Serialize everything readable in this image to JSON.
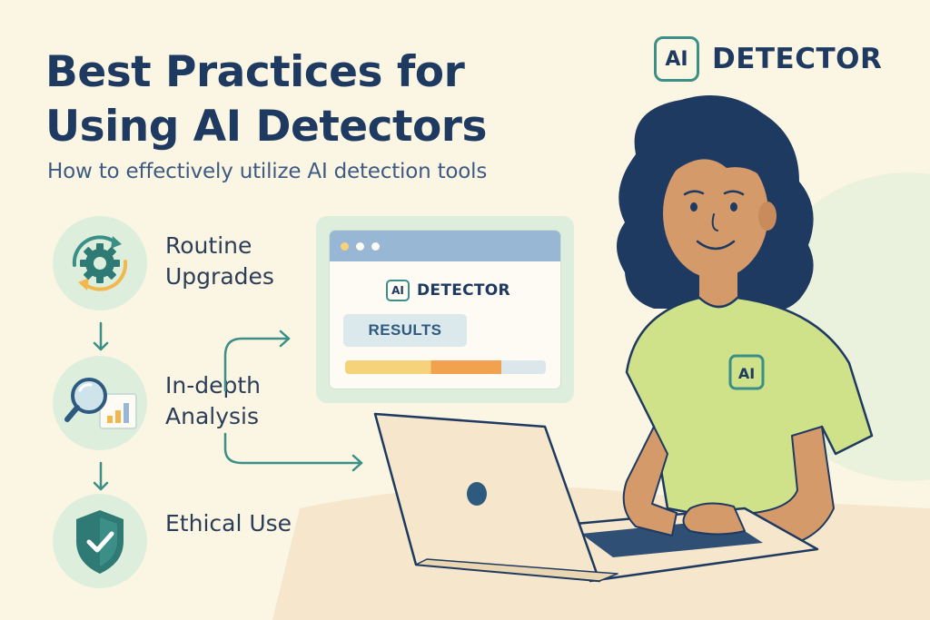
{
  "header": {
    "title_line1": "Best Practices for",
    "title_line2": "Using AI Detectors",
    "subtitle": "How to effectively utilize AI detection tools"
  },
  "brand": {
    "badge": "AI",
    "name": "DETECTOR"
  },
  "steps": [
    {
      "line1": "Routine",
      "line2": "Upgrades",
      "icon": "gear-refresh-icon"
    },
    {
      "line1": "In-depth",
      "line2": "Analysis",
      "icon": "magnifier-chart-icon"
    },
    {
      "line1": "Ethical Use",
      "line2": "",
      "icon": "shield-check-icon"
    }
  ],
  "browser_window": {
    "badge": "AI",
    "name": "DETECTOR",
    "results_label": "RESULTS",
    "progress_fraction": 0.78
  },
  "person": {
    "shirt_badge": "AI"
  },
  "colors": {
    "background": "#fbf6e4",
    "title": "#1f3a60",
    "accent_teal": "#3b8f86",
    "mint": "#ddefdc",
    "shirt": "#cfe28a",
    "browser_bar": "#97b7d4",
    "progress_yellow": "#f6d27a",
    "progress_orange": "#f2a24f"
  }
}
